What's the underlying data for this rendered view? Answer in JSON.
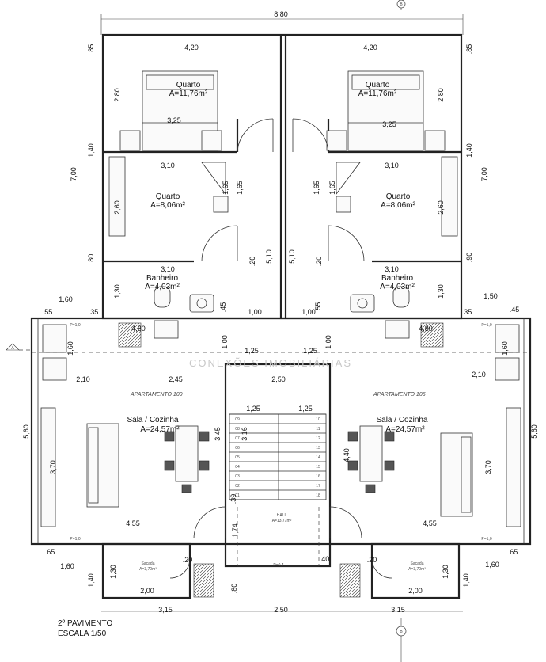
{
  "rooms": {
    "quarto1_left": {
      "name": "Quarto",
      "area": "A=11,76m²"
    },
    "quarto1_right": {
      "name": "Quarto",
      "area": "A=11,76m²"
    },
    "quarto2_left": {
      "name": "Quarto",
      "area": "A=8,06m²"
    },
    "quarto2_right": {
      "name": "Quarto",
      "area": "A=8,06m²"
    },
    "banheiro_left": {
      "name": "Banheiro",
      "area": "A=4,03m²"
    },
    "banheiro_right": {
      "name": "Banheiro",
      "area": "A=4,03m²"
    },
    "sala_left": {
      "name": "Sala / Cozinha",
      "area": "A=24,57m²"
    },
    "sala_right": {
      "name": "Sala / Cozinha",
      "area": "A=24,57m²"
    },
    "hall": {
      "name": "HALL",
      "area": "A=13,77m²"
    },
    "sacada_left": {
      "name": "Sacada",
      "area": "A=3,70m²"
    },
    "sacada_right": {
      "name": "Sacada",
      "area": "A=3,70m²"
    }
  },
  "apartments": {
    "left": "APARTAMENTO 109",
    "right": "APARTAMENTO 106"
  },
  "dimensions": {
    "overall_width": "8,80",
    "top_left_width": "4,20",
    "top_right_width": "4,20",
    "bed_width": "3,25",
    "room2_width": "3,10",
    "bath_width": "3,10",
    "sala_depth": "5,60",
    "overall_depth_left": "7,00",
    "overall_depth_right": "7,00",
    "v_285": "2,80",
    "v_140": "1,40",
    "v_260": "2,60",
    "v_85": ".85",
    "v_80": ".80",
    "v_130": "1,30",
    "v_165": "1,65",
    "v_20": ".20",
    "v_510": "5,10",
    "v_90": ".90",
    "v_160": "1,60",
    "v_150": "1,50",
    "v_55": ".55",
    "v_45": ".45",
    "v_35": ".35",
    "v_100": "1,00",
    "v_125": "1,25",
    "v_480": "4,80",
    "v_210": "2,10",
    "v_245": "2,45",
    "v_250": "2,50",
    "v_316": "3,16",
    "v_345": "3,45",
    "v_440": "4,40",
    "v_370": "3,70",
    "v_455": "4,55",
    "v_65": ".65",
    "v_174": "1,74",
    "v_39": ".39",
    "v_200": "2,00",
    "v_315": "3,15",
    "v_40": ".40"
  },
  "markers": {
    "section_b": "B",
    "section_a": "A",
    "plevel": "P=1,0",
    "plevel_hall": "P=0,4"
  },
  "stair_numbers": [
    "01",
    "02",
    "03",
    "04",
    "05",
    "06",
    "07",
    "08",
    "09",
    "10",
    "11",
    "12",
    "13",
    "14",
    "15",
    "16",
    "17",
    "18"
  ],
  "watermark": {
    "line1": "CONEXÕES IMOBILIÁRIAS"
  },
  "caption": {
    "line1": "2º PAVIMENTO",
    "line2": "ESCALA 1/50"
  }
}
